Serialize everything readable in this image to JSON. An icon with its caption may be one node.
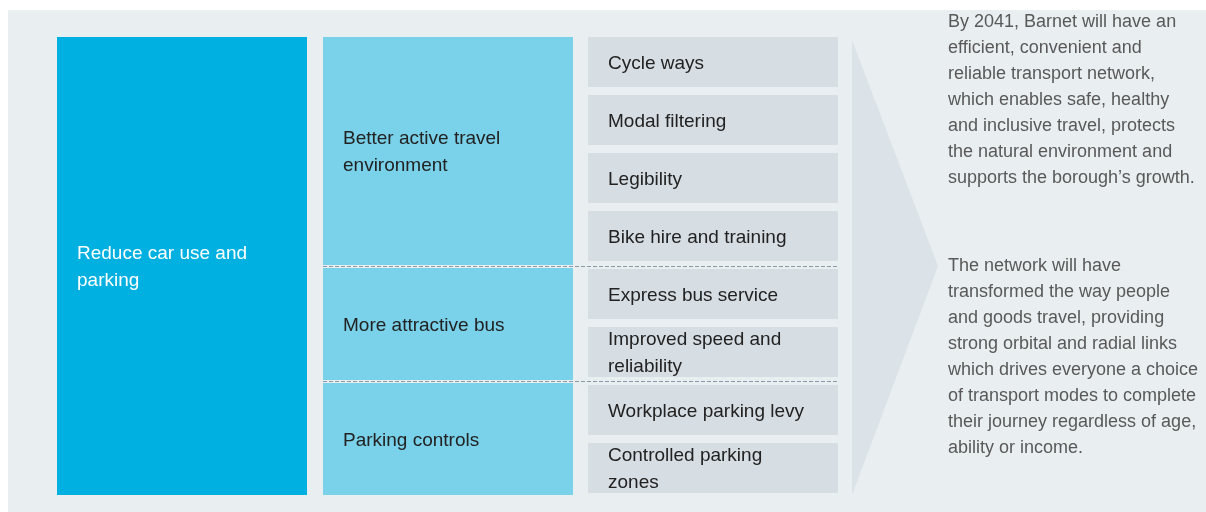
{
  "diagram": {
    "nodes": [
      {
        "text": [
          "Reduce car use and parking"
        ]
      },
      {
        "text": [
          "Better active travel environment"
        ]
      },
      {
        "text": [
          "More attractive bus"
        ]
      },
      {
        "text": [
          "Parking controls"
        ]
      },
      {
        "text": [
          "Cycle ways"
        ]
      },
      {
        "text": [
          "Modal filtering"
        ]
      },
      {
        "text": [
          "Legibility"
        ]
      },
      {
        "text": [
          "Bike hire and training"
        ]
      },
      {
        "text": [
          "Express bus service"
        ]
      },
      {
        "text": [
          "Improved speed and reliability"
        ]
      },
      {
        "text": [
          "Workplace parking levy"
        ]
      },
      {
        "text": [
          "Controlled parking zones"
        ]
      }
    ],
    "edges": [],
    "labels": [
      "By 2041, Barnet will have an efficient, convenient and reliable transport network, which enables safe, healthy and inclusive travel, protects the natural environment and supports the borough’s growth.",
      "The network will have transformed the way people and goods travel, providing strong orbital and radial links which drives everyone a choice of transport modes to complete their journey regardless of age, ability or income."
    ]
  }
}
